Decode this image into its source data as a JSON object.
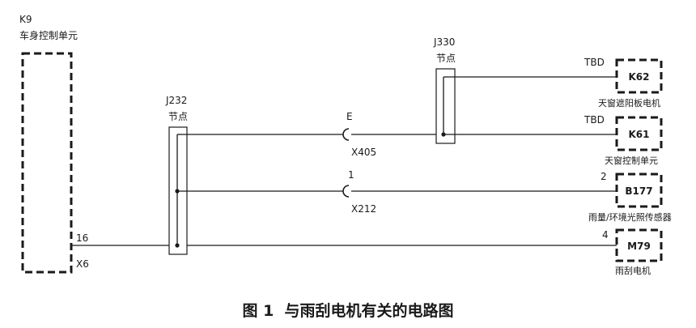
{
  "modules": {
    "k9": {
      "code": "K9",
      "name": "车身控制单元",
      "pin": "16",
      "connector": "X6"
    },
    "k62": {
      "code": "K62",
      "name": "天窗遮阳板电机",
      "pin": "TBD"
    },
    "k61": {
      "code": "K61",
      "name": "天窗控制单元",
      "pin": "TBD"
    },
    "b177": {
      "code": "B177",
      "name": "雨量/环境光照传感器",
      "pin": "2"
    },
    "m79": {
      "code": "M79",
      "name": "雨刮电机",
      "pin": "4"
    }
  },
  "splices": {
    "j232": {
      "code": "J232",
      "label": "节点"
    },
    "j330": {
      "code": "J330",
      "label": "节点"
    }
  },
  "connectors": {
    "x405": {
      "code": "X405",
      "pin": "E"
    },
    "x212": {
      "code": "X212",
      "pin": "1"
    }
  },
  "caption": "图 1  与雨刮电机有关的电路图"
}
